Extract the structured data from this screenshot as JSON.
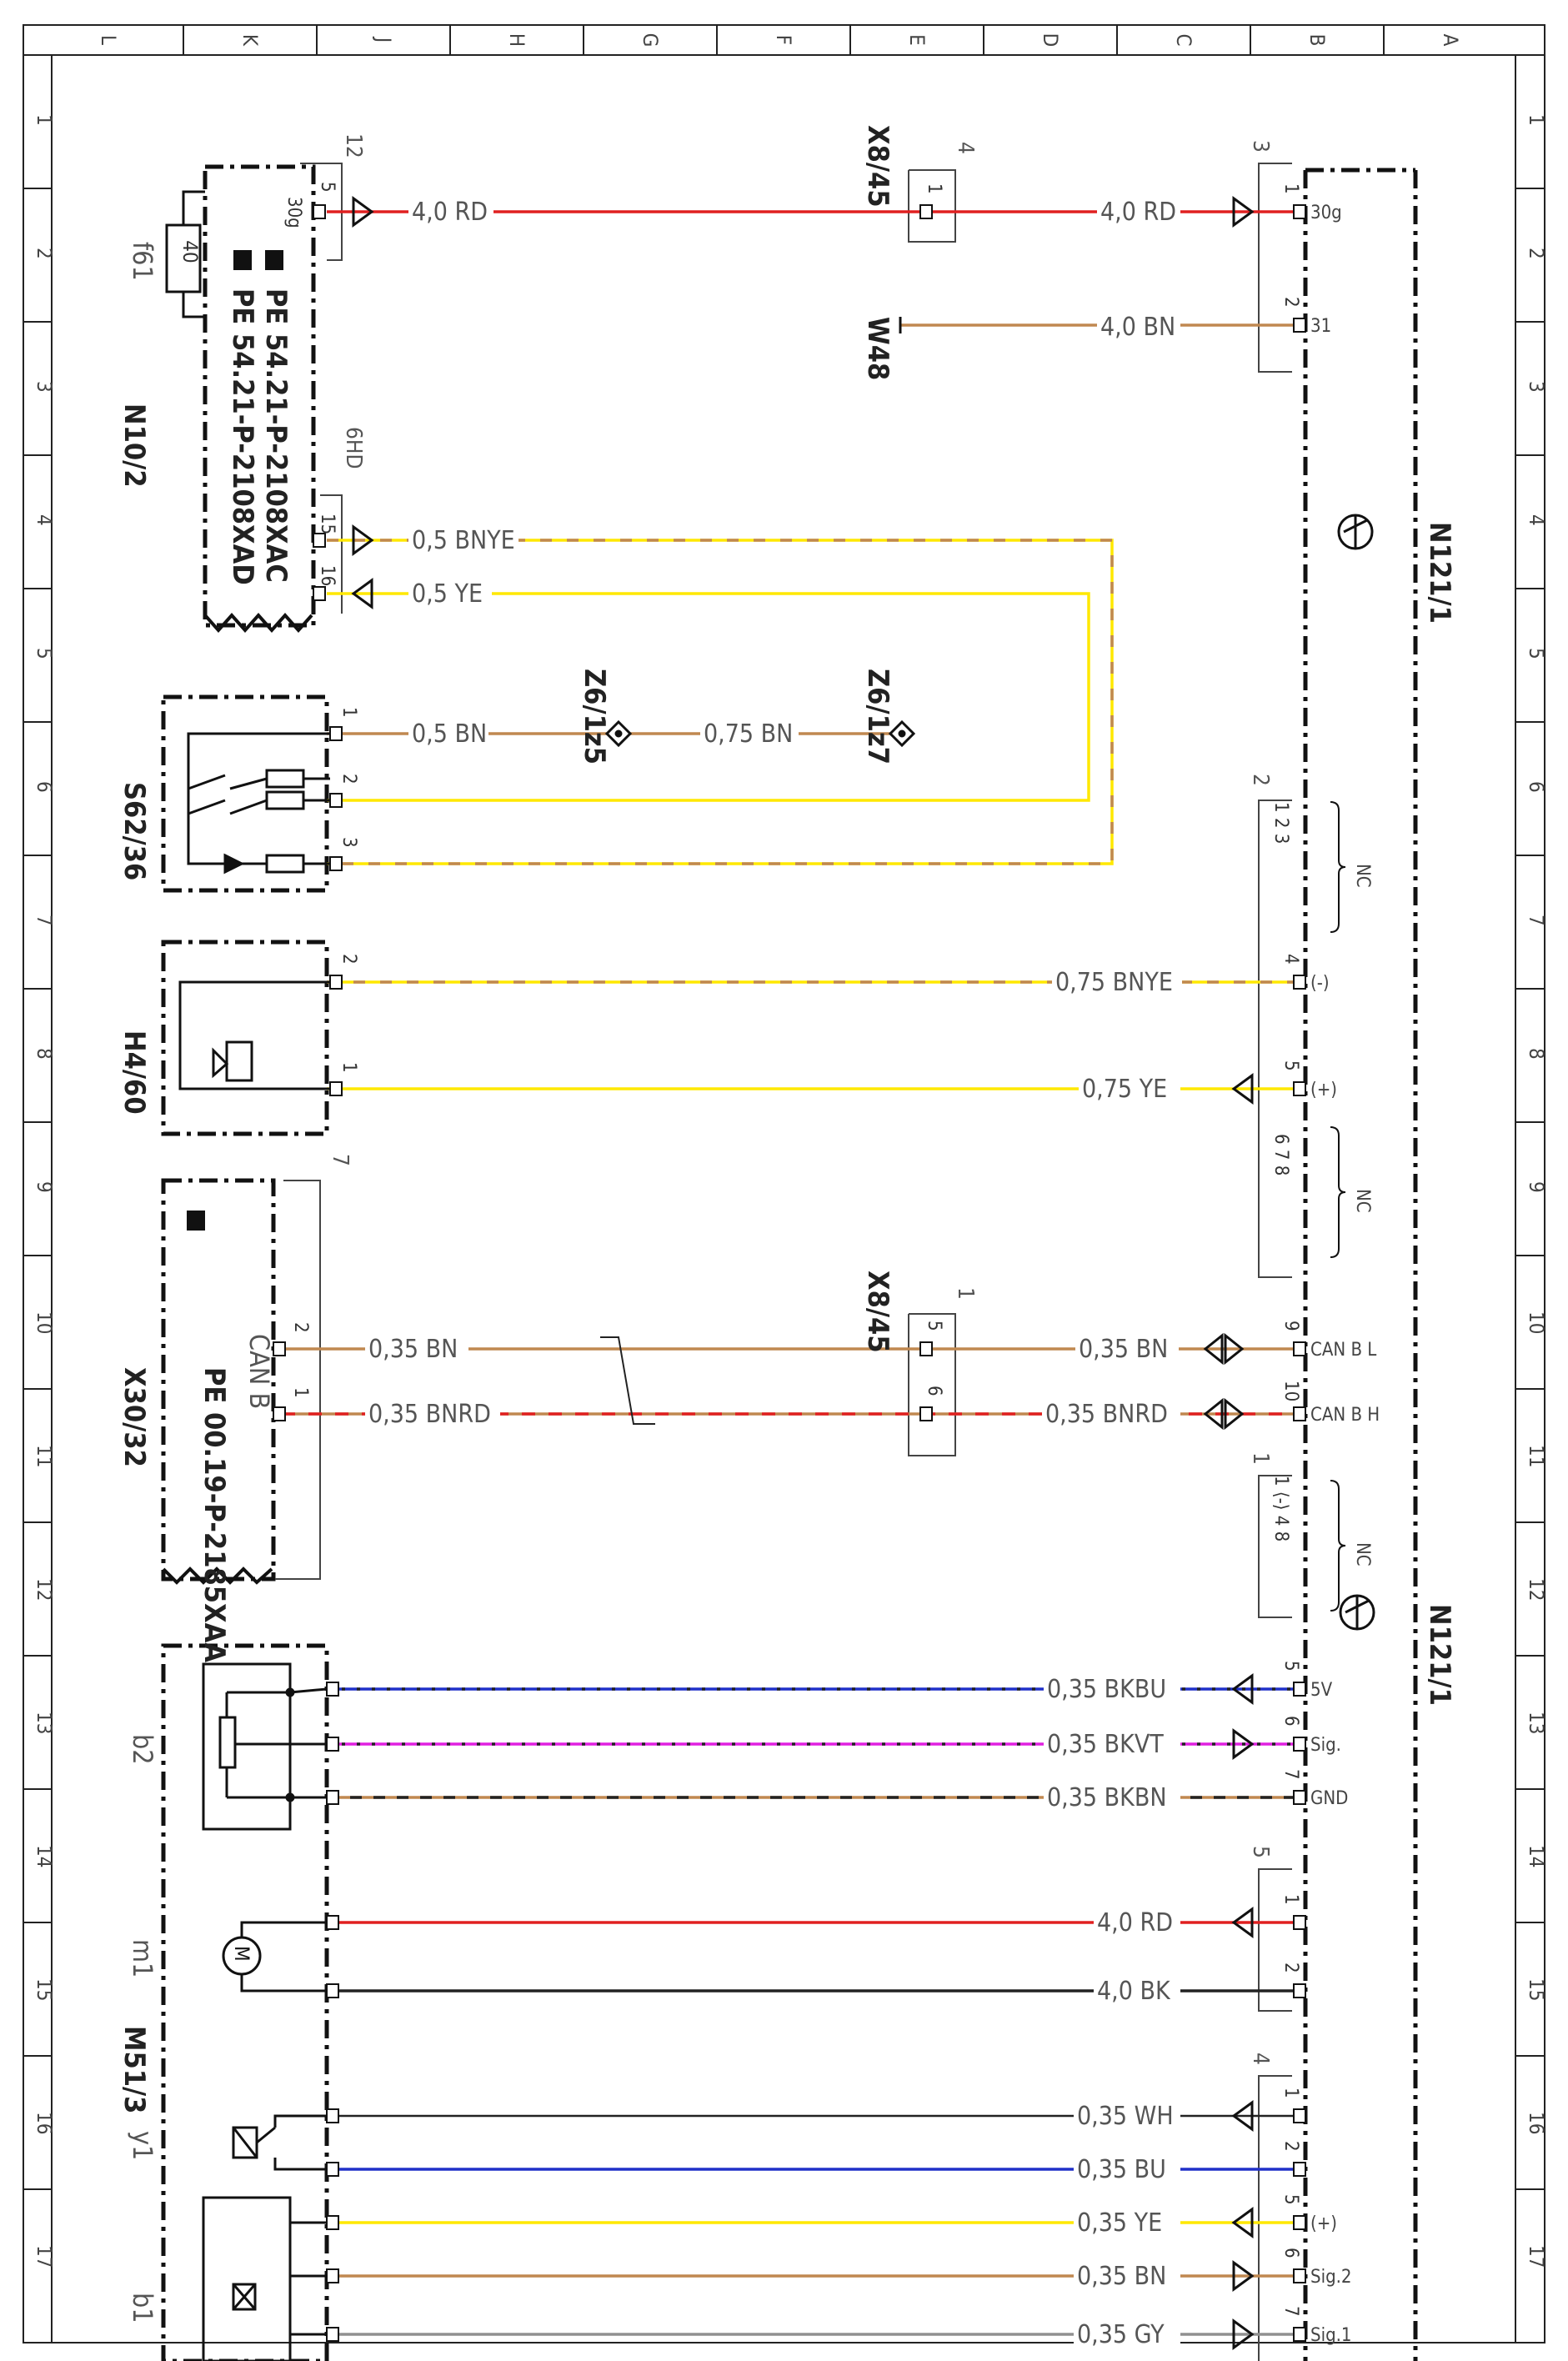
{
  "grid": {
    "columns": [
      "L",
      "K",
      "J",
      "H",
      "G",
      "F",
      "E",
      "D",
      "C",
      "B",
      "A"
    ],
    "rows": [
      "1",
      "2",
      "3",
      "4",
      "5",
      "6",
      "7",
      "8",
      "9",
      "10",
      "11",
      "12",
      "13",
      "14",
      "15",
      "16",
      "17"
    ]
  },
  "components": {
    "n10_2": "N10/2",
    "f61": "f61",
    "f61_rating": "40",
    "pe1": "PE 54.21-P-2108XAC",
    "pe2": "PE 54.21-P-2108XAD",
    "s62_36": "S62/36",
    "h4_60": "H4/60",
    "x30_32": "X30/32",
    "can_b": "CAN B",
    "pe3": "PE 00.19-P-2185XAA",
    "b2": "b2",
    "m1": "m1",
    "m51_3": "M51/3",
    "y1": "y1",
    "b1": "b1",
    "x8_45_top": "X8/45",
    "x8_45_mid": "X8/45",
    "w48": "W48",
    "z6_1z5": "Z6/1z5",
    "z6_1z7": "Z6/1z7",
    "n121_1_top": "N121/1",
    "n121_1_bottom": "N121/1"
  },
  "connectors": {
    "c12": "12",
    "c6hd": "6HD",
    "c4": "4",
    "c1": "1",
    "c7": "7",
    "c3": "3",
    "c2": "2",
    "c1b": "1",
    "c5": "5",
    "c4b": "4"
  },
  "wires": {
    "w1a": "4,0 RD",
    "w1b": "4,0 RD",
    "w2": "4,0 BN",
    "w3": "0,5 BNYE",
    "w4": "0,5 YE",
    "w5a": "0,5 BN",
    "w5b": "0,75 BN",
    "w6": "0,75 BNYE",
    "w7": "0,75 YE",
    "w8a": "0,35 BN",
    "w8b": "0,35 BN",
    "w9a": "0,35 BNRD",
    "w9b": "0,35 BNRD",
    "w10": "0,35 BKBU",
    "w11": "0,35 BKVT",
    "w12": "0,35 BKBN",
    "w13": "4,0 RD",
    "w14": "4,0 BK",
    "w15": "0,35 WH",
    "w16": "0,35 BU",
    "w17": "0,35 YE",
    "w18": "0,35 BN",
    "w19": "0,35 GY"
  },
  "pins": {
    "p30g_left": "30g",
    "p5_left": "5",
    "p15": "15",
    "p16": "16",
    "s1": "1",
    "s2": "2",
    "s3": "3",
    "h2": "2",
    "h1": "1",
    "x2": "2",
    "x1": "1",
    "e1": "1",
    "e5": "5",
    "e6": "6",
    "r1": "1",
    "r2": "2",
    "nc_a": "1 2 3",
    "r4": "4",
    "r5": "5",
    "nc_b": "6 7 8",
    "r9": "9",
    "r10": "10",
    "nc_c": "1 ⟨-⟩ 4 8",
    "r5b": "5",
    "r6b": "6",
    "r7b": "7",
    "r1c": "1",
    "r2c": "2",
    "r1d": "1",
    "r2d": "2",
    "r5d": "5",
    "r6d": "6",
    "r7d": "7"
  },
  "signals": {
    "s30g": "30g",
    "s31": "31",
    "nc": "NC",
    "minus": "(-)",
    "plus": "(+)",
    "canl": "CAN B L",
    "canh": "CAN B H",
    "v5": "5V",
    "sig": "Sig.",
    "gnd": "GND",
    "plus2": "(+)",
    "sig2": "Sig.2",
    "sig1": "Sig.1"
  },
  "colors": {
    "red": "#e02020",
    "brown": "#c08850",
    "yellow": "#ffe800",
    "blue": "#2030c8",
    "magenta": "#e020e0",
    "black": "#222222",
    "gray": "#909090"
  }
}
